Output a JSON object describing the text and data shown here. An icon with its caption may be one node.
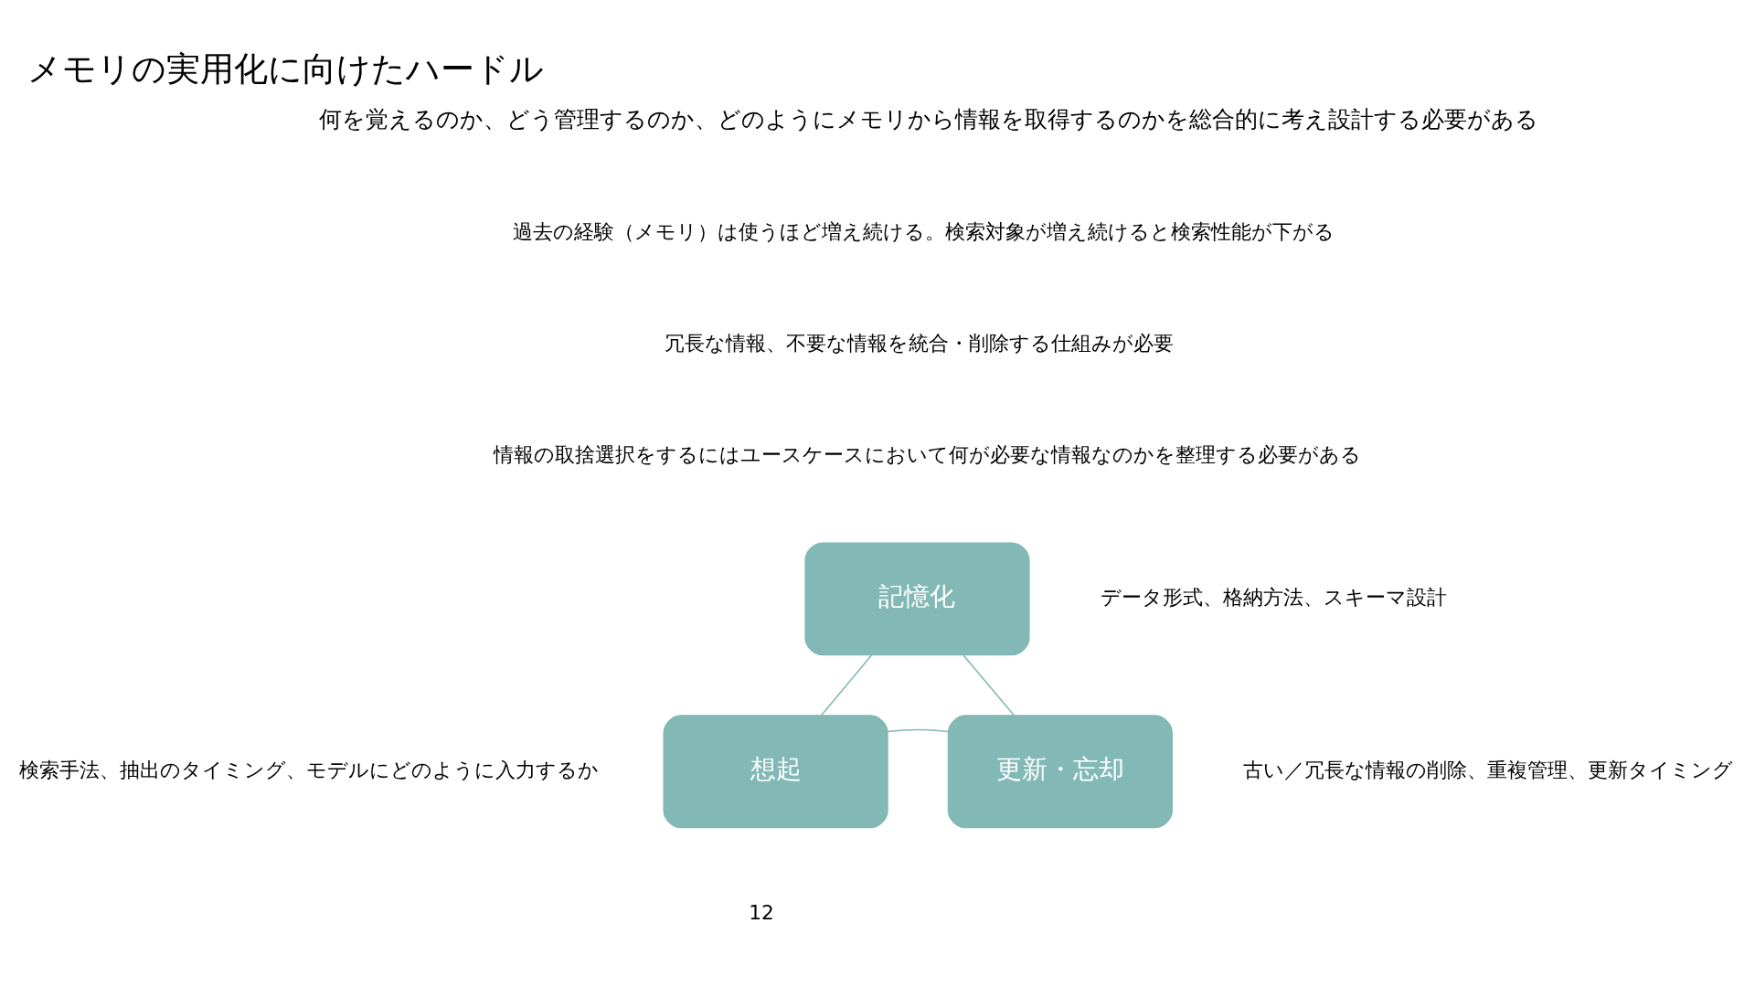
{
  "diagram": {
    "title": "メモリの実用化に向けたハードル",
    "nodes": [
      {
        "text": [
          "記憶化"
        ],
        "beside": [
          "データ形式、格納方法、スキーマ設計"
        ]
      },
      {
        "text": [
          "想起"
        ],
        "beside": [
          "検索手法、抽出のタイミング、モデルにどのように入力するか"
        ]
      },
      {
        "text": [
          "更新・忘却"
        ],
        "beside": [
          "古い／冗長な情報の削除、重複管理、更新タイミング"
        ]
      }
    ],
    "edges": [
      {
        "from": 0,
        "to": 2,
        "arrow": "none"
      },
      {
        "from": 2,
        "to": 1,
        "arrow": "none"
      },
      {
        "from": 1,
        "to": 0,
        "arrow": "none"
      }
    ],
    "labels": [
      "何を覚えるのか、どう管理するのか、どのようにメモリから情報を取得するのかを総合的に考え設計する必要がある",
      "過去の経験（メモリ）は使うほど増え続ける。検索対象が増え続けると検索性能が下がる",
      "冗長な情報、不要な情報を統合・削除する仕組みが必要",
      "情報の取捨選択をするにはユースケースにおいて何が必要な情報なのかを整理する必要がある",
      "12"
    ]
  }
}
